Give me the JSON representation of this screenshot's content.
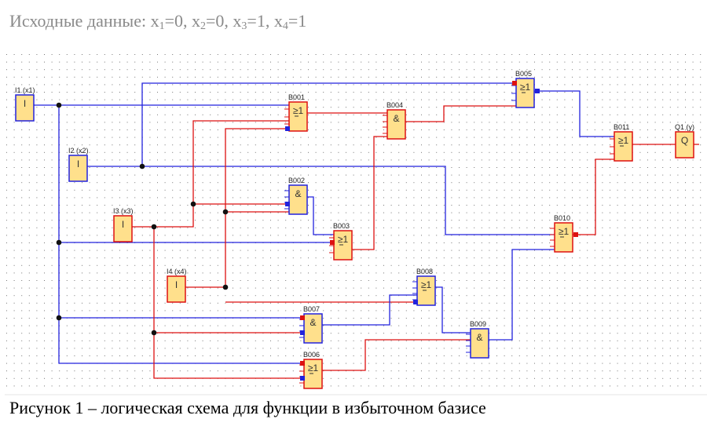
{
  "heading": {
    "prefix": "Исходные данные: ",
    "vars": [
      {
        "name": "x",
        "sub": "1",
        "value": "0"
      },
      {
        "name": "x",
        "sub": "2",
        "value": "0"
      },
      {
        "name": "x",
        "sub": "3",
        "value": "1"
      },
      {
        "name": "x",
        "sub": "4",
        "value": "1"
      }
    ]
  },
  "caption": "Рисунок 1 – логическая схема для функции в избыточном базисе",
  "colors": {
    "wire_low": "#2222dd",
    "wire_high": "#dd1111",
    "block_fill": "#ffe08c",
    "dot": "#777777",
    "junction": "#111111"
  },
  "blocks": [
    {
      "id": "I1",
      "label": "I1 (x1)",
      "symbol": "I",
      "state": 0
    },
    {
      "id": "I2",
      "label": "I2 (x2)",
      "symbol": "I",
      "state": 0
    },
    {
      "id": "I3",
      "label": "I3 (x3)",
      "symbol": "I",
      "state": 1
    },
    {
      "id": "I4",
      "label": "I4 (x4)",
      "symbol": "I",
      "state": 1
    },
    {
      "id": "B001",
      "label": "B001",
      "symbol": "≥1",
      "state": 1
    },
    {
      "id": "B002",
      "label": "B002",
      "symbol": "&",
      "state": 0
    },
    {
      "id": "B003",
      "label": "B003",
      "symbol": "≥1",
      "state": 1
    },
    {
      "id": "B004",
      "label": "B004",
      "symbol": "&",
      "state": 1
    },
    {
      "id": "B005",
      "label": "B005",
      "symbol": "≥1",
      "state": 0
    },
    {
      "id": "B006",
      "label": "B006",
      "symbol": "≥1",
      "state": 1
    },
    {
      "id": "B007",
      "label": "B007",
      "symbol": "&",
      "state": 0
    },
    {
      "id": "B008",
      "label": "B008",
      "symbol": "≥1",
      "state": 0
    },
    {
      "id": "B009",
      "label": "B009",
      "symbol": "&",
      "state": 0
    },
    {
      "id": "B010",
      "label": "B010",
      "symbol": "≥1",
      "state": 1
    },
    {
      "id": "B011",
      "label": "B011",
      "symbol": "≥1",
      "state": 1
    },
    {
      "id": "Q1",
      "label": "Q1 (y)",
      "symbol": "Q",
      "state": 1
    }
  ]
}
